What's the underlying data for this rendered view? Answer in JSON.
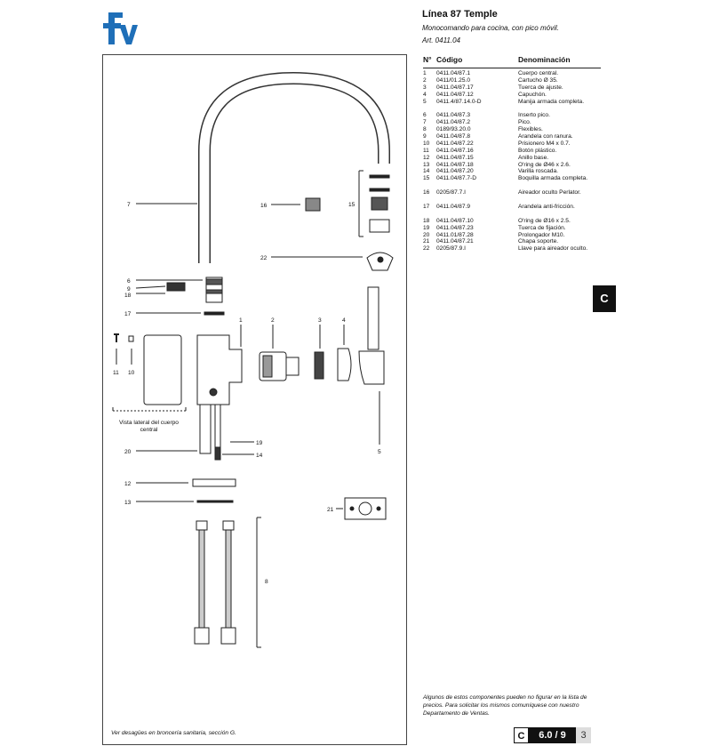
{
  "header": {
    "title": "Línea 87 Temple",
    "subtitle": "Monocomando para cocina, con pico móvil.",
    "article": "Art. 0411.04"
  },
  "brand": {
    "logo_text": "fv",
    "color": "#1f6fb8"
  },
  "table": {
    "col_num": "N°",
    "col_code": "Código",
    "col_name": "Denominación",
    "rows": [
      {
        "n": "1",
        "code": "0411.04/87.1",
        "name": "Cuerpo central."
      },
      {
        "n": "2",
        "code": "0411/01.25.0",
        "name": "Cartucho Ø 35."
      },
      {
        "n": "3",
        "code": "0411.04/87.17",
        "name": "Tuerca de ajuste."
      },
      {
        "n": "4",
        "code": "0411.04/87.12",
        "name": "Capuchón."
      },
      {
        "n": "5",
        "code": "0411.4/87.14.0-D",
        "name": "Manija armada completa."
      },
      {
        "n": "6",
        "code": "0411.04/87.3",
        "name": "Inserto pico."
      },
      {
        "n": "7",
        "code": "0411.04/87.2",
        "name": "Pico."
      },
      {
        "n": "8",
        "code": "0189/93.20.0",
        "name": "Flexibles."
      },
      {
        "n": "9",
        "code": "0411.04/87.8",
        "name": "Arandela con ranura."
      },
      {
        "n": "10",
        "code": "0411.04/87.22",
        "name": "Prisionero M4 x 0.7."
      },
      {
        "n": "11",
        "code": "0411.04/87.16",
        "name": "Botón plástico."
      },
      {
        "n": "12",
        "code": "0411.04/87.15",
        "name": "Anillo base."
      },
      {
        "n": "13",
        "code": "0411.04/87.18",
        "name": "O'ring de Ø46 x 2.6."
      },
      {
        "n": "14",
        "code": "0411.04/87.20",
        "name": "Varilla roscada."
      },
      {
        "n": "15",
        "code": "0411.04/87.7-D",
        "name": "Boquilla armada completa."
      },
      {
        "n": "16",
        "code": "0205/87.7.I",
        "name": "Aireador oculto Perlator."
      },
      {
        "n": "17",
        "code": "0411.04/87.9",
        "name": "Arandela anti-fricción."
      },
      {
        "n": "18",
        "code": "0411.04/87.10",
        "name": "O'ring de Ø16 x 2.5."
      },
      {
        "n": "19",
        "code": "0411.04/87.23",
        "name": "Tuerca de fijación."
      },
      {
        "n": "20",
        "code": "0411.01/87.28",
        "name": "Prolongador M10."
      },
      {
        "n": "21",
        "code": "0411.04/87.21",
        "name": "Chapa soporte."
      },
      {
        "n": "22",
        "code": "0205/87.9.I",
        "name": "Llave para aireador oculto."
      }
    ]
  },
  "section_tab": "C",
  "footnote": "Algunos de estos componentes pueden no figurar en la lista de precios. Para solicitar los mismos comuníquese con nuestro Departamento de Ventas.",
  "drain_note": "Ver desagües en broncería sanitaria, sección G.",
  "lateral_caption": "Vista lateral del cuerpo central",
  "pager": {
    "section": "C",
    "page": "6.0 / 9",
    "sub": "3"
  },
  "diagram_labels": {
    "l1": "1",
    "l2": "2",
    "l3": "3",
    "l4": "4",
    "l5": "5",
    "l6": "6",
    "l7": "7",
    "l8": "8",
    "l9": "9",
    "l10": "10",
    "l11": "11",
    "l12": "12",
    "l13": "13",
    "l14": "14",
    "l15": "15",
    "l16": "16",
    "l17": "17",
    "l18": "18",
    "l19": "19",
    "l20": "20",
    "l21": "21",
    "l22": "22"
  }
}
